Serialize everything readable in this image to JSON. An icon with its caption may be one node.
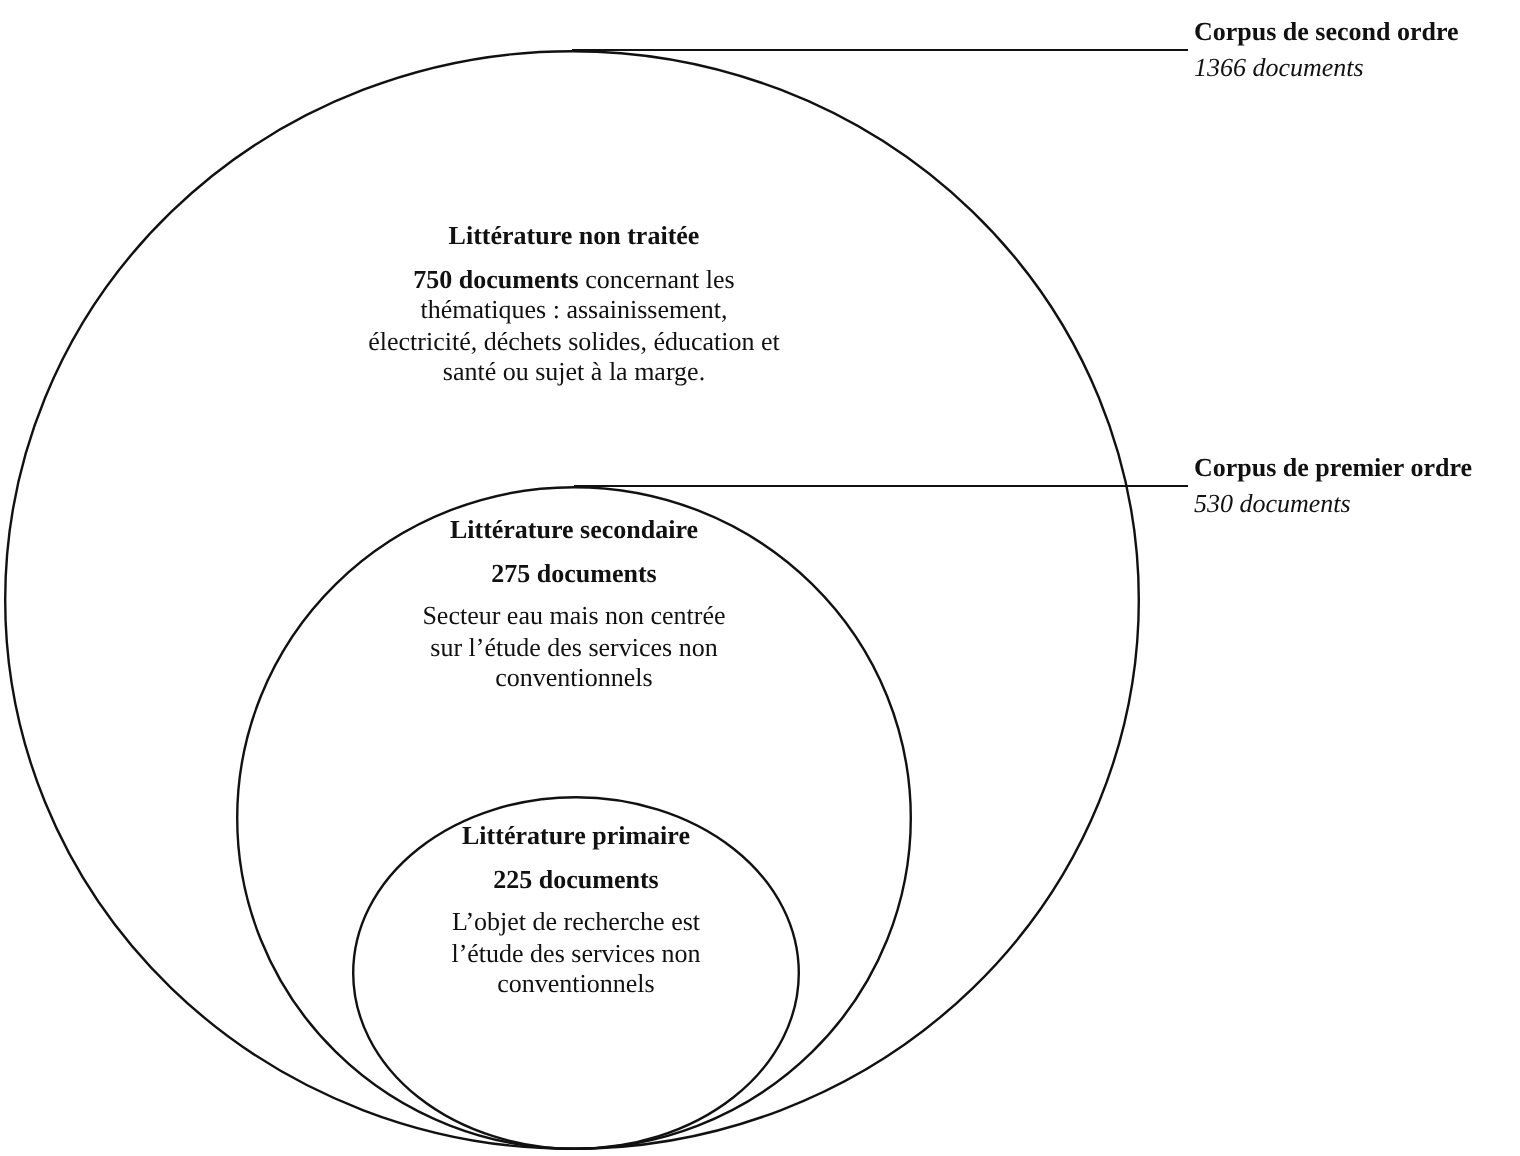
{
  "diagram": {
    "nodes": [
      {
        "text": [
          "Littérature non traitée",
          "**750 documents** concernant les thématiques : assainissement, électricité, déchets solides, éducation et santé ou sujet à la marge."
        ]
      },
      {
        "text": [
          "Littérature secondaire",
          "275 documents",
          "Secteur eau mais non centrée sur l’étude des services non conventionnels"
        ],
        "in": 0
      },
      {
        "text": [
          "Littérature primaire",
          "225 documents",
          "L’objet de recherche est l’étude des services non conventionnels"
        ],
        "in": 1
      },
      {
        "text": [
          "Corpus de second ordre",
          "1366 documents"
        ]
      },
      {
        "text": [
          "Corpus de premier ordre",
          "530 documents"
        ]
      }
    ],
    "edges": [
      {
        "from": 3,
        "to": 0,
        "arrow": "none"
      },
      {
        "from": 4,
        "to": 1,
        "arrow": "none"
      }
    ]
  }
}
